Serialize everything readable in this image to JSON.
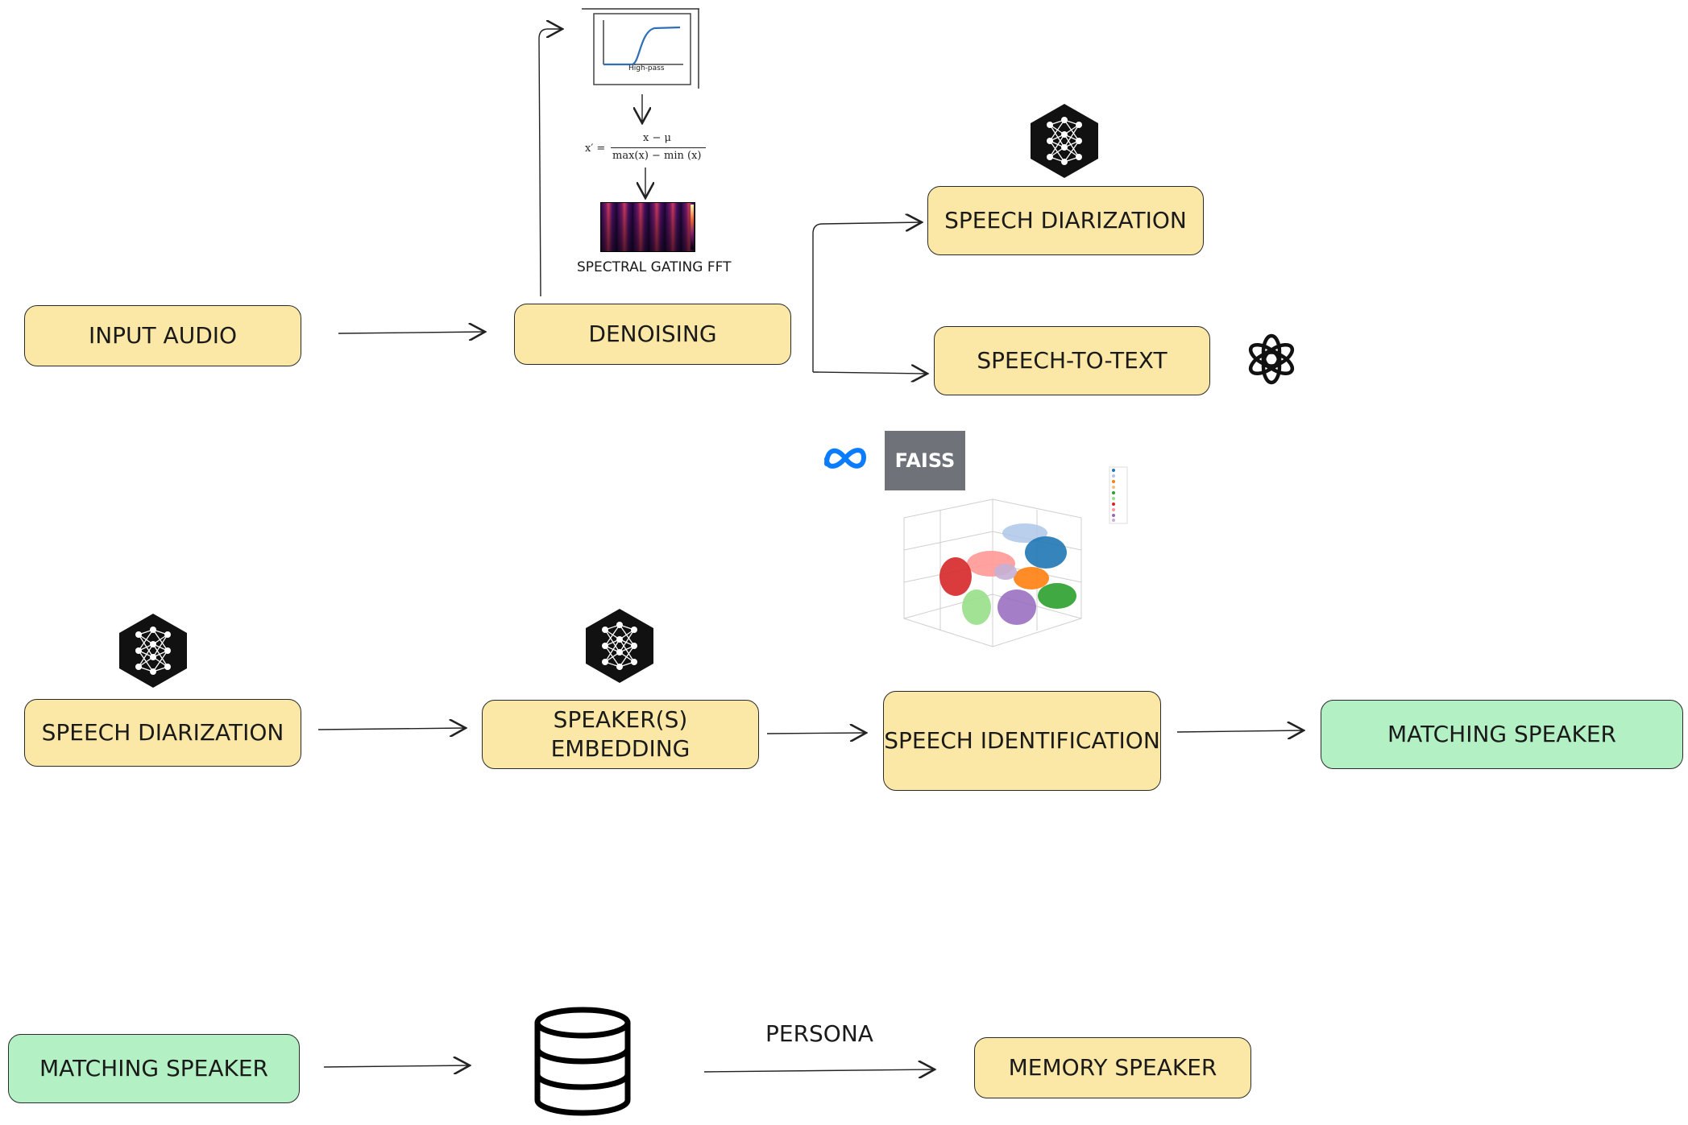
{
  "nodes": {
    "input_audio": "INPUT AUDIO",
    "denoising": "DENOISING",
    "speech_diarization_top": "SPEECH DIARIZATION",
    "speech_to_text": "SPEECH-TO-TEXT",
    "speech_diarization_mid": "SPEECH DIARIZATION",
    "speaker_embedding_line1": "SPEAKER(S)",
    "speaker_embedding_line2": "EMBEDDING",
    "speech_identification": "SPEECH IDENTIFICATION",
    "matching_speaker_mid": "MATCHING SPEAKER",
    "matching_speaker_bottom": "MATCHING SPEAKER",
    "memory_speaker": "MEMORY SPEAKER"
  },
  "labels": {
    "spectral_gating": "SPECTRAL GATING FFT",
    "persona": "PERSONA",
    "high_pass": "High-pass",
    "faiss": "FAISS",
    "formula_lhs": "x′ =",
    "formula_num": "x − μ",
    "formula_den": "max(x) − min (x)"
  },
  "icons": {
    "neural_net": "neural-network-hexagon-icon",
    "openai": "openai-logo-icon",
    "meta": "meta-logo-icon",
    "database": "database-icon"
  },
  "colors": {
    "yellow_node": "#fbe8a6",
    "green_node": "#b3f0c4",
    "faiss_bg": "#6f7379",
    "meta_blue": "#0a7cff"
  }
}
